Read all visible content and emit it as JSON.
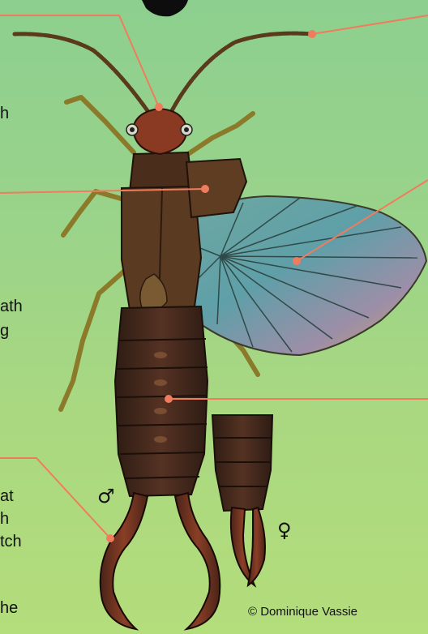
{
  "credit": "© Dominique Vassie",
  "clipped_text": [
    "h",
    "ath",
    "g",
    "at",
    "h",
    "tch",
    "he"
  ],
  "sex_symbols": {
    "male": "♂",
    "female": "♀"
  },
  "colors": {
    "background_top": "#8dcf8f",
    "background_bottom": "#b4dd7b",
    "callout_line": "#f07c5e",
    "body_dark": "#3b2418",
    "body_mid": "#5a3420",
    "head": "#8a3a22",
    "legs": "#8a7a2a",
    "wing_blue": "#5f9fa8"
  },
  "icons": {
    "male_symbol": "male-sex-symbol-icon",
    "female_symbol": "female-sex-symbol-icon"
  }
}
